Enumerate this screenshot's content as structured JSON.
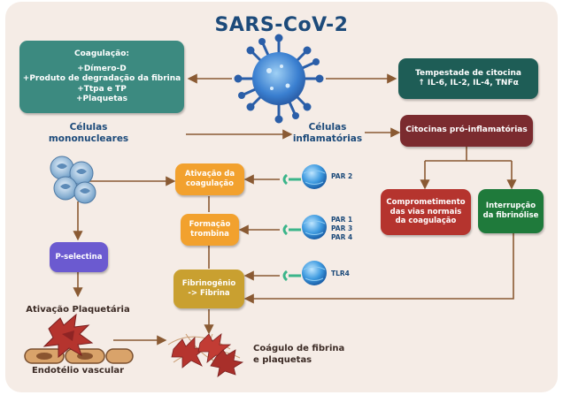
{
  "title": "SARS-CoV-2",
  "coagulation": {
    "heading": "Coagulação:",
    "lines": [
      "+Dímero-D",
      "+Produto de degradação da fibrina",
      "+Ttpa e TP",
      "+Plaquetas"
    ]
  },
  "cytokine_storm": {
    "title": "Tempestade de citocina",
    "detail": "↑ IL-6, IL-2, IL-4, TNFα"
  },
  "labels": {
    "mononuclear": [
      "Células",
      "mononucleares"
    ],
    "inflammatory": [
      "Células",
      "inflamatórias"
    ],
    "platelet_activation": "Ativação Plaquetária",
    "endothelium": "Endotélio vascular",
    "clot": [
      "Coágulo de fibrina",
      "e plaquetas"
    ]
  },
  "boxes": {
    "proinflammatory": "Citocinas pró-inflamatórias",
    "compromise": [
      "Comprometimento",
      "das vias normais",
      "da coagulação"
    ],
    "fibrinolysis": [
      "Interrupção",
      "da fibrinólise"
    ],
    "coag_activation": [
      "Ativação da",
      "coagulação"
    ],
    "thrombin": [
      "Formação",
      "trombina"
    ],
    "fibrinogen": [
      "Fibrinogênio",
      "-> Fibrina"
    ],
    "pselectin": "P-selectina"
  },
  "receptors": {
    "r1": [
      "PAR 2"
    ],
    "r2": [
      "PAR 1",
      "PAR 3",
      "PAR 4"
    ],
    "r3": [
      "TLR4"
    ]
  },
  "colors": {
    "teal": "#3c8a80",
    "dark_teal": "#1e5d56",
    "maroon": "#7b2b2f",
    "red": "#b5342e",
    "green": "#1f7a3b",
    "orange": "#f2a12e",
    "gold": "#c9a030",
    "purple": "#6b5ad0",
    "arrow": "#8a5a33",
    "navy": "#1c4a7a"
  }
}
